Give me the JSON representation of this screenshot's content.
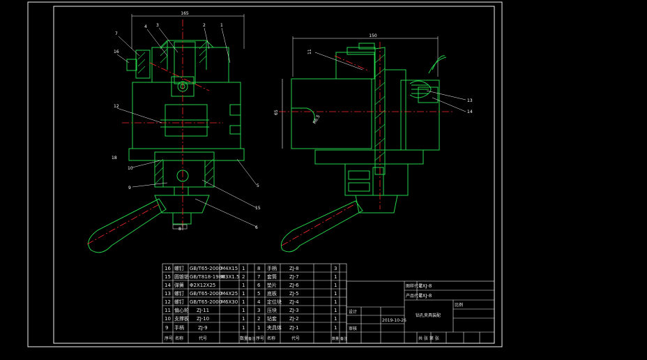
{
  "colors": {
    "background": "#000000",
    "outline": "#25d24a",
    "frame": "#f2f2f2",
    "centerline": "#ff2a2a",
    "dimension": "#ffffff",
    "hatch": "#25d24a"
  },
  "dimensions": {
    "left_top": "165",
    "right_top": "150",
    "right_vertical": "65",
    "radius": "R6.5",
    "left_small": "18"
  },
  "callouts_left": [
    "4",
    "3",
    "2",
    "1",
    "7",
    "16",
    "12",
    "10",
    "9",
    "5",
    "15",
    "6",
    "8"
  ],
  "callouts_right": [
    "11",
    "13",
    "14"
  ],
  "bom": {
    "left_rows": [
      {
        "no": "16",
        "name": "螺钉",
        "std": "GB/T65-2000",
        "spec": "M4X15",
        "qty": "1"
      },
      {
        "no": "15",
        "name": "圆锥销",
        "std": "GB/T818-1986",
        "spec": "M3X1.5",
        "qty": "2"
      },
      {
        "no": "14",
        "name": "弹簧",
        "std": "Φ2X12X25",
        "spec": "",
        "qty": "1"
      },
      {
        "no": "13",
        "name": "螺钉",
        "std": "GB/T65-2000",
        "spec": "M4X25",
        "qty": "1"
      },
      {
        "no": "12",
        "name": "螺钉",
        "std": "GB/T65-2000",
        "spec": "M6X30",
        "qty": "1"
      },
      {
        "no": "11",
        "name": "偏心轮",
        "std": "ZJ-11",
        "spec": "",
        "qty": "1"
      },
      {
        "no": "10",
        "name": "支撑板",
        "std": "ZJ-10",
        "spec": "",
        "qty": "1"
      },
      {
        "no": "9",
        "name": "手柄",
        "std": "ZJ-9",
        "spec": "",
        "qty": "1"
      }
    ],
    "right_rows": [
      {
        "no": "8",
        "name": "手柄",
        "code": "ZJ-8",
        "qty": "3"
      },
      {
        "no": "7",
        "name": "套筒",
        "code": "ZJ-7",
        "qty": "1"
      },
      {
        "no": "6",
        "name": "垫片",
        "code": "ZJ-6",
        "qty": "1"
      },
      {
        "no": "5",
        "name": "底板",
        "code": "ZJ-5",
        "qty": "1"
      },
      {
        "no": "4",
        "name": "定位块",
        "code": "ZJ-4",
        "qty": "1"
      },
      {
        "no": "3",
        "name": "压块",
        "code": "ZJ-3",
        "qty": "1"
      },
      {
        "no": "2",
        "name": "钻套",
        "code": "ZJ-2",
        "qty": "1"
      },
      {
        "no": "1",
        "name": "夹具体",
        "code": "ZJ-1",
        "qty": "1"
      }
    ],
    "header_left": [
      "序号",
      "名称",
      "代号",
      "数量",
      "备注"
    ],
    "header_right": [
      "序号",
      "名称",
      "代号",
      "数量",
      "备注"
    ]
  },
  "title_block": {
    "drawing_no_label": "图样代号",
    "drawing_no": "ZXJ-8",
    "product_label": "产品代号",
    "product": "ZXJ-8",
    "name": "钻孔夹具装配",
    "designer_label": "设计",
    "date": "2019-10-26",
    "check_label": "审核",
    "scale_label": "比例",
    "sheet_label": "共 张 第 张"
  }
}
